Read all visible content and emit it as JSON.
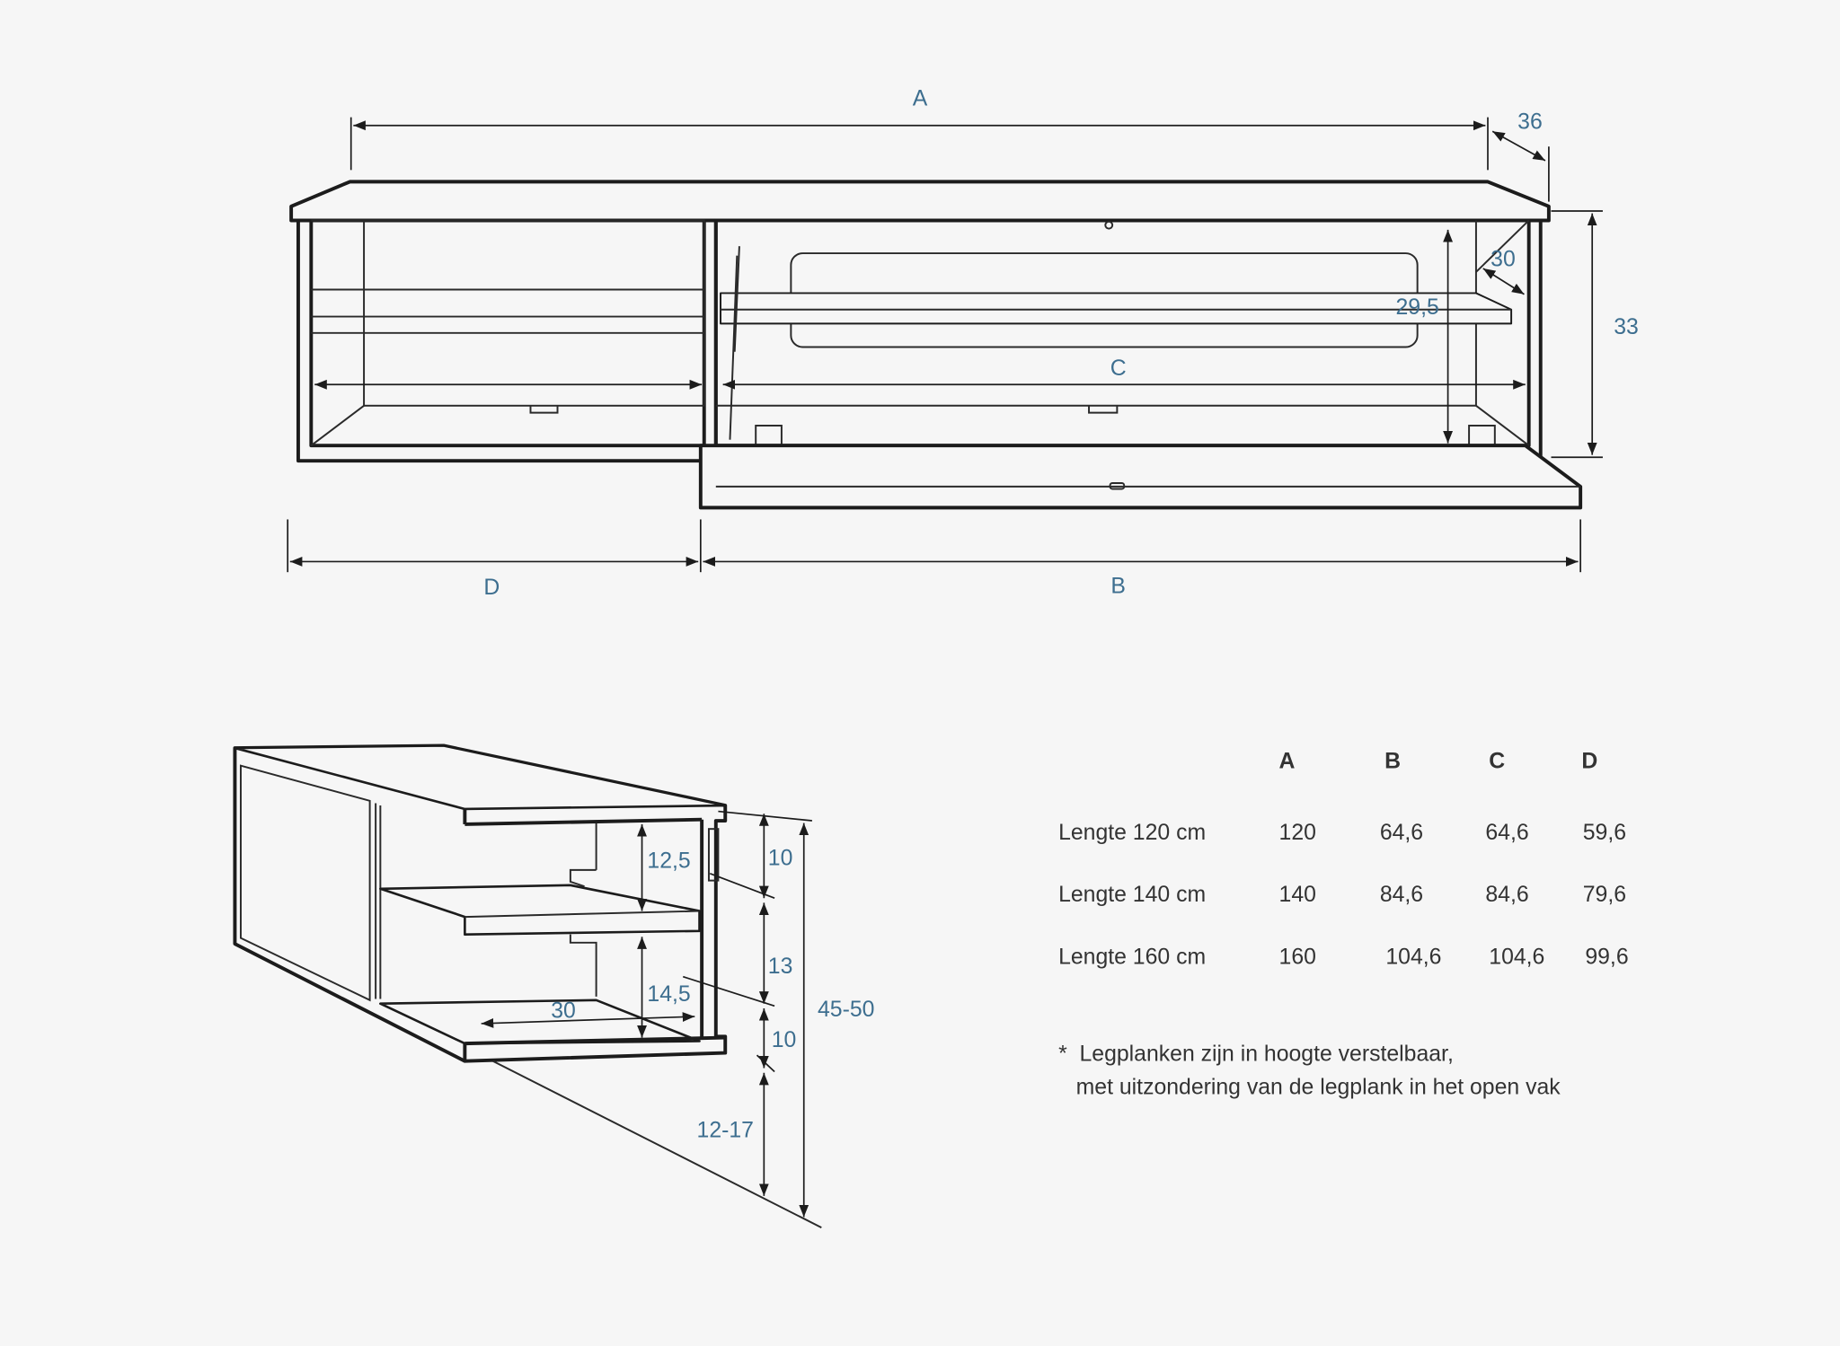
{
  "front_view": {
    "labels": {
      "A": "A",
      "B": "B",
      "C": "C",
      "D": "D",
      "depth": "36",
      "height": "33",
      "inner_depth": "30",
      "inner_height": "29,5"
    }
  },
  "side_view": {
    "labels": {
      "upper_space": "12,5",
      "lower_space": "14,5",
      "shelf_depth": "30",
      "top_section": "10",
      "middle_section": "13",
      "bottom_section": "10",
      "floor_clearance": "12-17",
      "total_height": "45-50"
    }
  },
  "table": {
    "headers": [
      "A",
      "B",
      "C",
      "D"
    ],
    "rows": [
      {
        "label": "Lengte 120 cm",
        "A": "120",
        "B": "64,6",
        "C": "64,6",
        "D": "59,6"
      },
      {
        "label": "Lengte 140 cm",
        "A": "140",
        "B": "84,6",
        "C": "84,6",
        "D": "79,6"
      },
      {
        "label": "Lengte 160 cm",
        "A": "160",
        "B": "104,6",
        "C": "104,6",
        "D": "99,6"
      }
    ]
  },
  "note": {
    "line1": "*  Legplanken zijn in hoogte verstelbaar,",
    "line2": "met uitzondering van de legplank in het open vak"
  },
  "colors": {
    "dimension": "#3d6e8f",
    "line": "#1c1c1c",
    "background": "#f6f6f6"
  }
}
